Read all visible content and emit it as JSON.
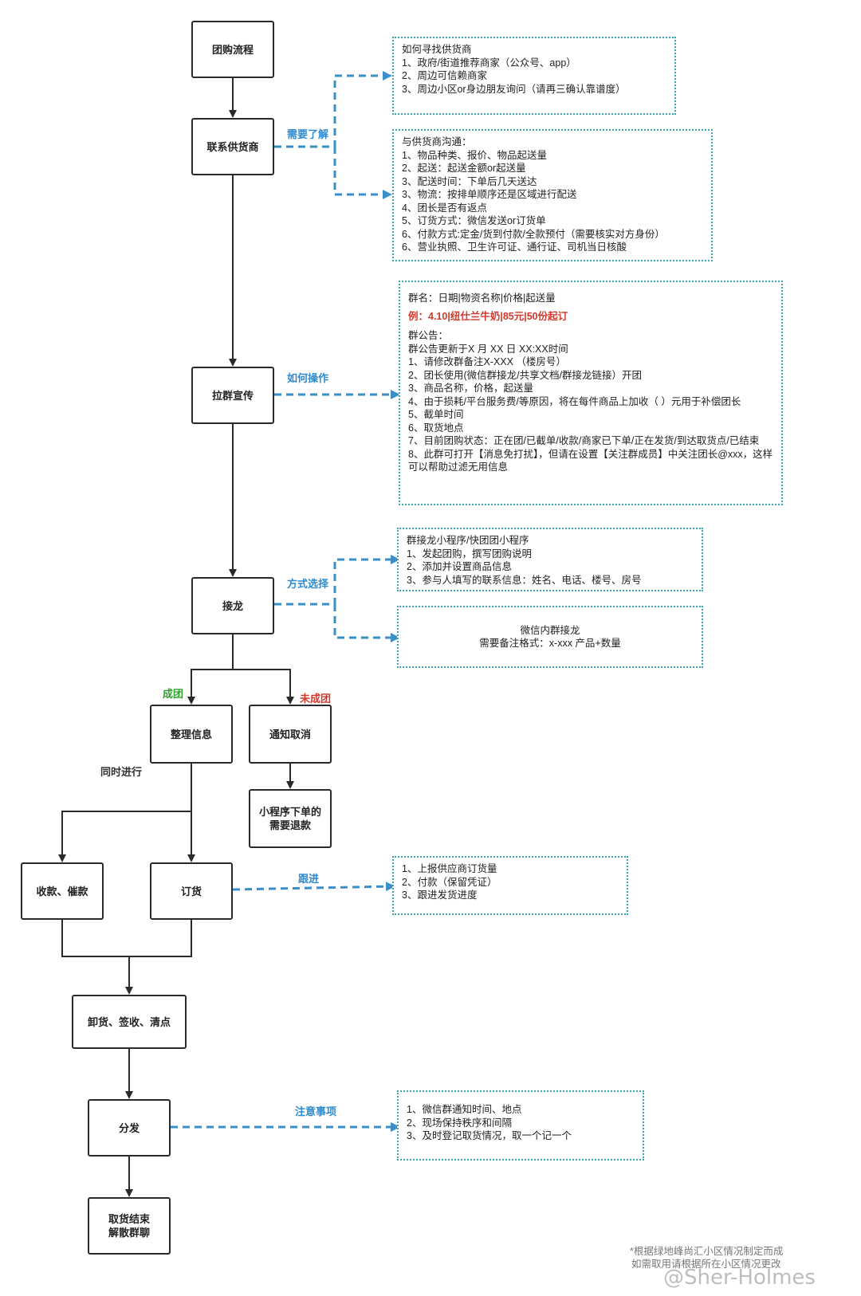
{
  "nodes": {
    "start": "团购流程",
    "supplier": "联系供货商",
    "group": "拉群宣传",
    "jielong": "接龙",
    "organize": "整理信息",
    "cancel": "通知取消",
    "refund": "小程序下单的\n需要退款",
    "collect": "收款、催款",
    "order": "订货",
    "unload": "卸货、签收、清点",
    "distribute": "分发",
    "finish": "取货结束\n解散群聊"
  },
  "labels": {
    "need_know": "需要了解",
    "how_operate": "如何操作",
    "method": "方式选择",
    "success": "成团",
    "fail": "未成团",
    "simultaneous": "同时进行",
    "follow": "跟进",
    "attention": "注意事项"
  },
  "notes": {
    "find_supplier": [
      "如何寻找供货商",
      "1、政府/街道推荐商家（公众号、app）",
      "2、周边可信赖商家",
      "3、周边小区or身边朋友询问（请再三确认靠谱度）"
    ],
    "communicate": [
      "与供货商沟通：",
      "1、物品种类、报价、物品起送量",
      "2、起送：起送金额or起送量",
      "3、配送时间：下单后几天送达",
      "3、物流：按排单顺序还是区域进行配送",
      "4、团长是否有返点",
      "5、订货方式：微信发送or订货单",
      "6、付款方式:定金/货到付款/全款预付（需要核实对方身份）",
      "6、营业执照、卫生许可证、通行证、司机当日核酸"
    ],
    "group_name": "群名：日期|物资名称|价格|起送量",
    "group_example": "例：4.10|纽仕兰牛奶|85元|50份起订",
    "announcement": [
      "群公告：",
      "群公告更新于X 月 XX 日 XX:XX时间",
      "1、请修改群备注X-XXX （楼房号）",
      "2、团长使用(微信群接龙/共享文档/群接龙链接）开团",
      "3、商品名称，价格，起送量",
      "4、由于损耗/平台服务费/等原因，将在每件商品上加收（ ）元用于补偿团长",
      "5、截单时间",
      "6、取货地点",
      "7、目前团购状态：正在团/已截单/收款/商家已下单/正在发货/到达取货点/已结束",
      "8、此群可打开【消息免打扰】，但请在设置【关注群成员】中关注团长@xxx，这样可以帮助过滤无用信息"
    ],
    "miniprogram": [
      "群接龙小程序/快团团小程序",
      "1、发起团购，撰写团购说明",
      "2、添加并设置商品信息",
      "3、参与人填写的联系信息：姓名、电话、楼号、房号"
    ],
    "wechat_jielong": [
      "微信内群接龙",
      "需要备注格式：x-xxx 产品+数量"
    ],
    "follow_up": [
      "1、上报供应商订货量",
      "2、付款（保留凭证）",
      "3、跟进发货进度"
    ],
    "attention_items": [
      "1、微信群通知时间、地点",
      "2、现场保持秩序和间隔",
      "3、及时登记取货情况，取一个记一个"
    ]
  },
  "footer": {
    "line1": "*根据绿地峰尚汇小区情况制定而成",
    "line2": "如需取用请根据所在小区情况更改",
    "watermark": "@Sher-Holmes"
  },
  "colors": {
    "dashed_arrow": "#3a8fc8",
    "note_border": "#3aa3b0",
    "success": "#2e9e2e",
    "fail": "#d0392c"
  }
}
